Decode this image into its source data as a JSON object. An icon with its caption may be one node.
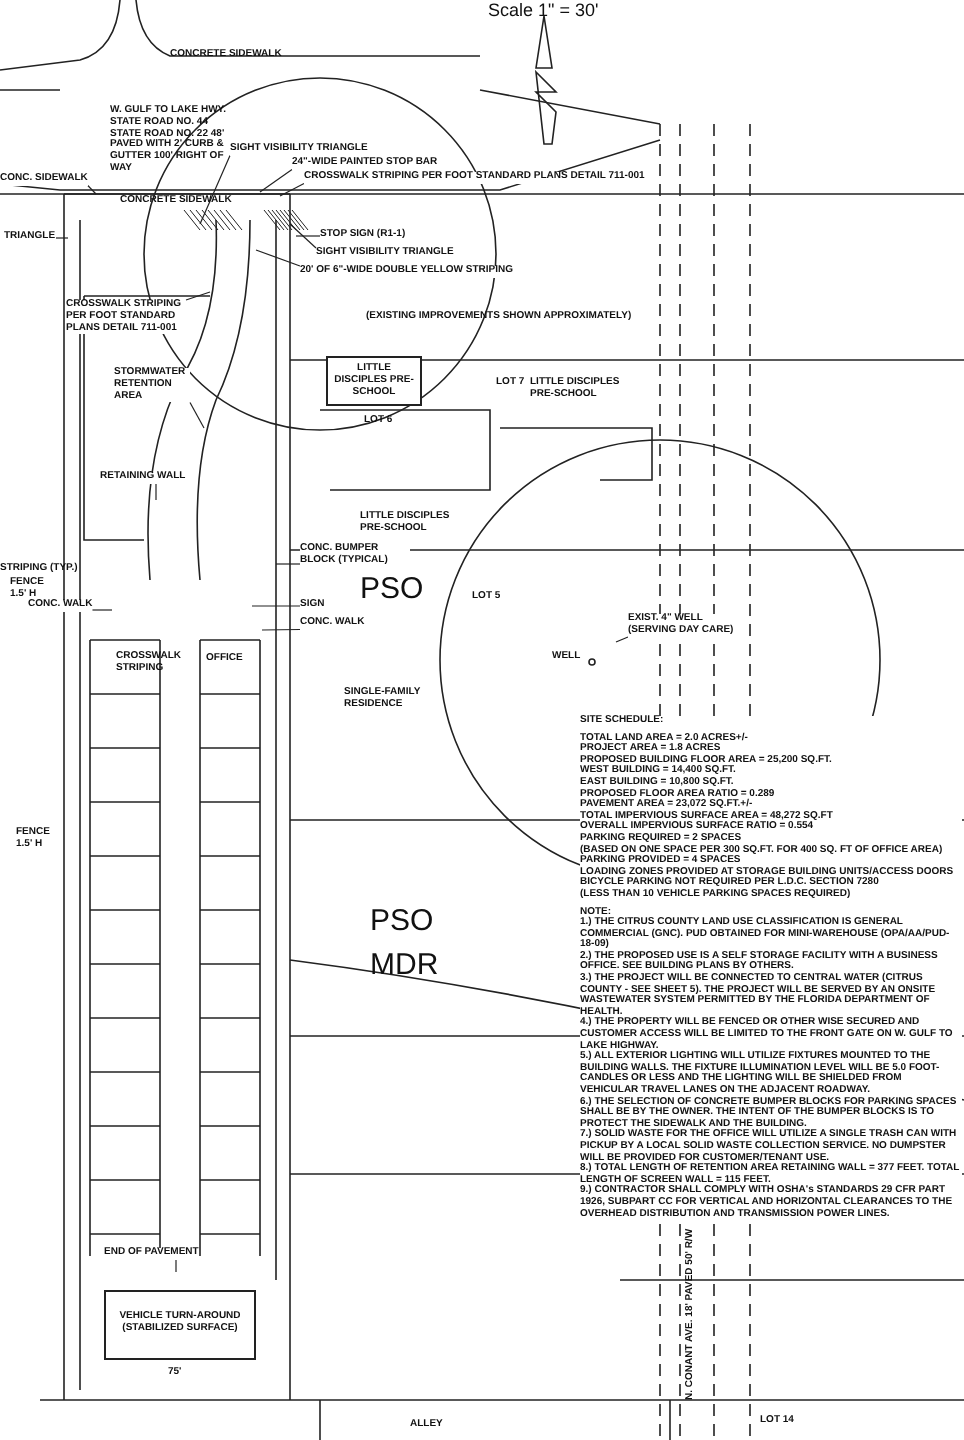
{
  "diagram": {
    "nodes": [
      {
        "text": [
          "SIGHT VISIBILITY TRIANGLE"
        ]
      },
      {
        "text": [
          "24\"-WIDE PAINTED STOP BAR"
        ]
      },
      {
        "text": [
          "CROSSWALK STRIPING PER FOOT STANDARD PLANS DETAIL 711-001"
        ]
      },
      {
        "text": [
          "STOP SIGN (R1-1)"
        ]
      },
      {
        "text": [
          "SIGHT VISIBILITY TRIANGLE"
        ]
      },
      {
        "text": [
          "20' OF 6\"-WIDE DOUBLE YELLOW STRIPING"
        ]
      },
      {
        "text": [
          "CROSSWALK STRIPING PER FOOT STANDARD PLANS DETAIL 711-001"
        ]
      },
      {
        "text": [
          "TRIANGLE"
        ]
      },
      {
        "text": [
          "CONC. SIDEWALK"
        ]
      },
      {
        "text": [
          "STORMWATER RETENTION AREA"
        ]
      },
      {
        "text": [
          "RETAINING WALL"
        ]
      },
      {
        "text": [
          "CONC. BUMPER BLOCK (TYPICAL)"
        ]
      },
      {
        "text": [
          "SIGN"
        ]
      },
      {
        "text": [
          "CONC. WALK"
        ]
      },
      {
        "text": [
          "CONC. WALK"
        ]
      },
      {
        "text": [
          "EXIST. 4\" WELL (SERVING DAY CARE)"
        ]
      },
      {
        "text": [
          "END OF PAVEMENT"
        ]
      },
      {
        "text": [
          "LITTLE DISCIPLES PRE-SCHOOL"
        ]
      },
      {
        "text": [
          "VEHICLE TURN-AROUND (STABILIZED SURFACE)"
        ]
      },
      {
        "text": [
          "LITTLE DISCIPLES PRE-SCHOOL"
        ]
      }
    ],
    "edges": [
      {
        "from": 0,
        "to": null,
        "arrow": "none"
      },
      {
        "from": 1,
        "to": null,
        "arrow": "none"
      },
      {
        "from": 2,
        "to": null,
        "arrow": "none"
      },
      {
        "from": 3,
        "to": null,
        "arrow": "none"
      },
      {
        "from": 4,
        "to": null,
        "arrow": "none"
      },
      {
        "from": 5,
        "to": null,
        "arrow": "none"
      },
      {
        "from": 6,
        "to": null,
        "arrow": "none"
      },
      {
        "from": 7,
        "to": null,
        "arrow": "none"
      },
      {
        "from": 8,
        "to": null,
        "arrow": "none"
      },
      {
        "from": 9,
        "to": null,
        "arrow": "none"
      },
      {
        "from": 10,
        "to": null,
        "arrow": "none"
      },
      {
        "from": 11,
        "to": null,
        "arrow": "none"
      },
      {
        "from": 12,
        "to": null,
        "arrow": "none"
      },
      {
        "from": 13,
        "to": null,
        "arrow": "none"
      },
      {
        "from": 14,
        "to": null,
        "arrow": "none"
      },
      {
        "from": 15,
        "to": null,
        "arrow": "none"
      },
      {
        "from": 16,
        "to": null,
        "arrow": "none"
      }
    ],
    "labels": [
      "Scale 1\" = 30'",
      "CONCRETE SIDEWALK",
      "W. GULF TO LAKE HWY. STATE ROAD NO. 44 STATE ROAD NO. 22 48' PAVED WITH 2' CURB & GUTTER 100' RIGHT OF WAY",
      "CONCRETE SIDEWALK",
      "(EXISTING IMPROVEMENTS SHOWN APPROXIMATELY)",
      "LOT 7",
      "LOT 6",
      "LITTLE DISCIPLES PRE-SCHOOL",
      "STRIPING (TYP.)",
      "FENCE 1.5' H",
      "PSO",
      "LOT 5",
      "CROSSWALK STRIPING",
      "OFFICE",
      "WELL",
      "SINGLE-FAMILY RESIDENCE",
      "FENCE 1.5' H",
      "PSO",
      "MDR",
      "SITE SCHEDULE:",
      "TOTAL LAND AREA = 2.0 ACRES+/-",
      "PROJECT AREA = 1.8 ACRES",
      "PROPOSED BUILDING FLOOR AREA = 25,200 SQ.FT.",
      "WEST BUILDING = 14,400 SQ.FT.",
      "EAST BUILDING = 10,800 SQ.FT.",
      "PROPOSED FLOOR AREA RATIO = 0.289",
      "PAVEMENT AREA = 23,072 SQ.FT.+/-",
      "TOTAL IMPERVIOUS SURFACE AREA = 48,272 SQ.FT",
      "OVERALL IMPERVIOUS SURFACE RATIO = 0.554",
      "PARKING REQUIRED = 2 SPACES",
      "(BASED ON ONE SPACE PER 300 SQ.FT. FOR 400 SQ. FT OF OFFICE AREA)",
      "PARKING PROVIDED = 4 SPACES",
      "LOADING ZONES PROVIDED AT STORAGE BUILDING UNITS/ACCESS DOORS",
      "BICYCLE PARKING NOT REQUIRED PER L.D.C. SECTION 7280",
      "(LESS THAN 10 VEHICLE PARKING SPACES REQUIRED)",
      "NOTE:",
      "1.) THE CITRUS COUNTY LAND USE CLASSIFICATION IS GENERAL COMMERCIAL (GNC). PUD OBTAINED FOR MINI-WAREHOUSE (OPA/AA/PUD-18-09)",
      "2.) THE PROPOSED USE IS A SELF STORAGE FACILITY WITH A BUSINESS OFFICE. SEE BUILDING PLANS BY OTHERS.",
      "3.) THE PROJECT WILL BE CONNECTED TO CENTRAL WATER (CITRUS COUNTY - SEE SHEET 5). THE PROJECT WILL BE SERVED BY AN ONSITE WASTEWATER SYSTEM PERMITTED BY THE FLORIDA DEPARTMENT OF HEALTH.",
      "4.) THE PROPERTY WILL BE FENCED OR OTHER WISE SECURED AND CUSTOMER ACCESS WILL BE LIMITED TO THE FRONT GATE ON W. GULF TO LAKE HIGHWAY.",
      "5.) ALL EXTERIOR LIGHTING WILL UTILIZE FIXTURES MOUNTED TO THE BUILDING WALLS. THE FIXTURE ILLUMINATION LEVEL WILL BE 5.0 FOOT-CANDLES OR LESS AND THE LIGHTING WILL BE SHIELDED FROM VEHICULAR TRAVEL LANES ON THE ADJACENT ROADWAY.",
      "6.) THE SELECTION OF CONCRETE BUMPER BLOCKS FOR PARKING SPACES SHALL BE BY THE OWNER. THE INTENT OF THE BUMPER BLOCKS IS TO PROTECT THE SIDEWALK AND THE BUILDING.",
      "7.) SOLID WASTE FOR THE OFFICE WILL UTILIZE A SINGLE TRASH CAN WITH PICKUP BY A LOCAL SOLID WASTE COLLECTION SERVICE. NO DUMPSTER WILL BE PROVIDED FOR CUSTOMER/TENANT USE.",
      "8.) TOTAL LENGTH OF RETENTION AREA RETAINING WALL = 377 FEET. TOTAL LENGTH OF SCREEN WALL = 115 FEET.",
      "9.) CONTRACTOR SHALL COMPLY WITH OSHA's STANDARDS 29 CFR PART 1926, SUBPART CC FOR VERTICAL AND HORIZONTAL CLEARANCES TO THE OVERHEAD DISTRIBUTION AND TRANSMISSION POWER LINES.",
      "75'",
      "N. CONANT AVE. 18' PAVED 50' R/W",
      "ALLEY",
      "LOT 14"
    ]
  }
}
